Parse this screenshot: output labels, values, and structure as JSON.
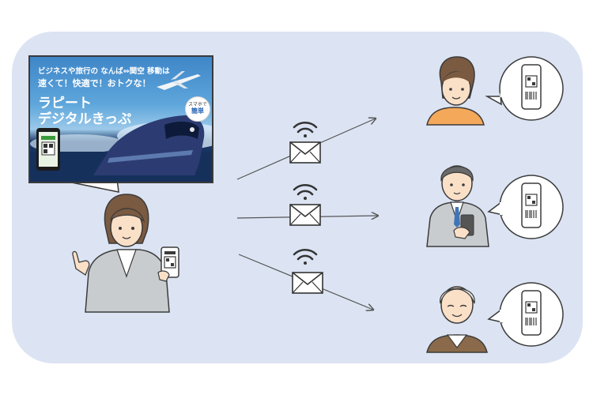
{
  "poster": {
    "line1": "ビジネスや旅行の なんば⇔関空 移動は",
    "line2": "速くて！快適で！おトクな！",
    "title_line1": "ラピート",
    "title_line2": "デジタルきっぷ",
    "badge_top": "スマホで",
    "badge_main": "簡単"
  },
  "colors": {
    "panel_bg": "#dce4f3",
    "poster_sky": "#4f98d4",
    "train_body": "#2f3f77",
    "outline": "#3b3b3b"
  },
  "icons": [
    "envelope-icon",
    "wifi-icon",
    "smartphone-qr-icon",
    "person-illustration",
    "airplane-icon",
    "train-illustration"
  ]
}
